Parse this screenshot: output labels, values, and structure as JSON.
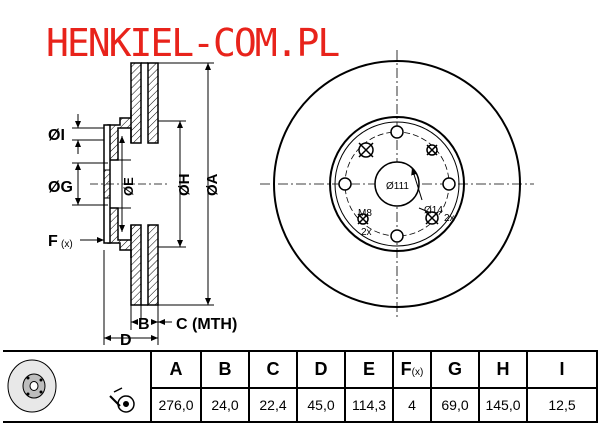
{
  "brand": "HENKIEL-COM.PL",
  "diagram": {
    "side_labels": {
      "I": "ØI",
      "G": "ØG",
      "E": "ØE",
      "H": "ØH",
      "A": "ØA",
      "F": "F",
      "F_sub": "(x)",
      "B": "B",
      "C": "C (MTH)",
      "D": "D"
    },
    "front_labels": {
      "pcd": "Ø111",
      "hole": "Ø14",
      "hole_count": "2x",
      "thread": "M8",
      "thread_count": "2x"
    }
  },
  "table": {
    "headers": [
      "A",
      "B",
      "C",
      "D",
      "E",
      "F",
      "G",
      "H",
      "I"
    ],
    "header_f_sub": "(x)",
    "values": [
      "276,0",
      "24,0",
      "22,4",
      "45,0",
      "114,3",
      "4",
      "69,0",
      "145,0",
      "12,5"
    ]
  }
}
